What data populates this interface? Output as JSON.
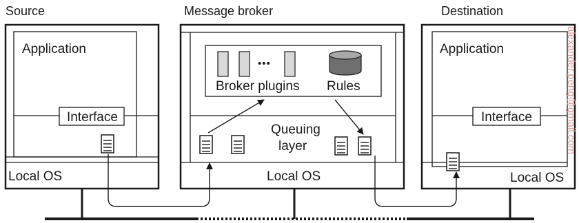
{
  "source": {
    "title": "Source",
    "application": "Application",
    "interface": "Interface",
    "local_os": "Local OS"
  },
  "broker": {
    "title": "Message broker",
    "plugins": "Broker plugins",
    "ellipsis": "•••",
    "rules": "Rules",
    "queuing_line1": "Queuing",
    "queuing_line2": "layer",
    "local_os": "Local OS"
  },
  "destination": {
    "title": "Destination",
    "application": "Application",
    "interface": "Interface",
    "local_os": "Local OS"
  },
  "watermark": "alexander.peng@gmail.com",
  "colors": {
    "stroke": "#1a1a1a",
    "plugin_fill": "#d9d9d9",
    "rules_fill": "#6f6f6f",
    "rules_top": "#a8a8a8",
    "watermark": "#e39a9a"
  }
}
